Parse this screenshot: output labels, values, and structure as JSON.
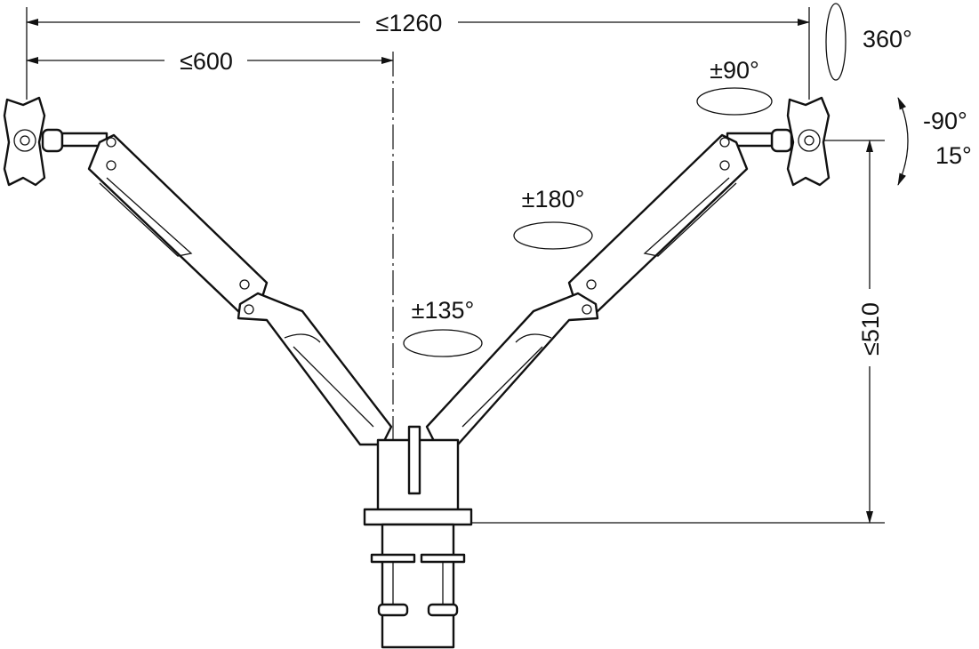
{
  "diagram": {
    "title": "Dual monitor arm dimensions",
    "dimensions": {
      "total_width": "≤1260",
      "arm_reach": "≤600",
      "height": "≤510"
    },
    "rotations": {
      "monitor_rotation": "360°",
      "monitor_swivel": "±90°",
      "tilt_up": "-90°",
      "tilt_down": "15°",
      "elbow_swivel": "±180°",
      "base_swivel": "±135°"
    }
  }
}
